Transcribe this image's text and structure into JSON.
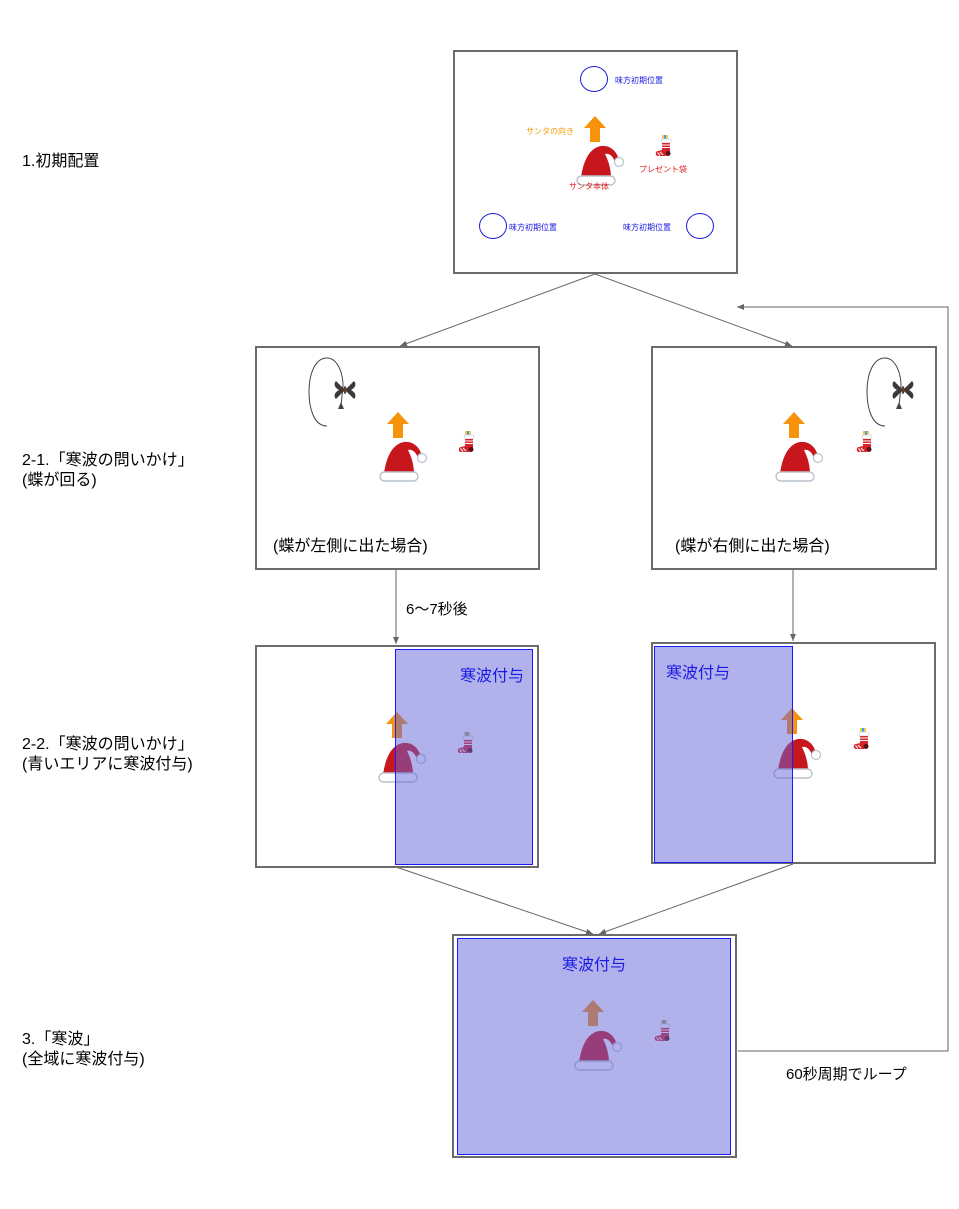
{
  "steps": [
    {
      "id": "1",
      "label_lines": [
        "1.初期配置"
      ]
    },
    {
      "id": "2-1",
      "label_lines": [
        "2-1.「寒波の問いかけ」",
        "(蝶が回る)"
      ]
    },
    {
      "id": "2-2",
      "label_lines": [
        "2-2.「寒波の問いかけ」",
        "(青いエリアに寒波付与)"
      ]
    },
    {
      "id": "3",
      "label_lines": [
        "3.「寒波」",
        "(全域に寒波付与)"
      ]
    }
  ],
  "initial_panel": {
    "ally_label": "味方初期位置",
    "santa_direction_label": "サンタの向き",
    "santa_body_label": "サンタ本体",
    "present_bag_label": "プレゼント袋"
  },
  "butterfly_cases": {
    "left": "(蝶が左側に出た場合)",
    "right": "(蝶が右側に出た場合)"
  },
  "cold_wave_label": "寒波付与",
  "transition_label": "6〜7秒後",
  "loop_label": "60秒周期でループ",
  "colors": {
    "ally_circle": "#1a1ae0",
    "santa_direction": "#f39a00",
    "santa_body": "#e21b1b",
    "cold_area_fill": "#b0b0ea",
    "cold_area_border": "#1a1aff",
    "cold_text": "#1a1ae6",
    "connector": "#666666"
  },
  "icons": {
    "santa": "santa-hat-icon",
    "direction": "arrow-up-icon",
    "stocking": "stocking-icon",
    "butterfly": "butterfly-icon",
    "rotation": "rotation-arrow-icon"
  }
}
